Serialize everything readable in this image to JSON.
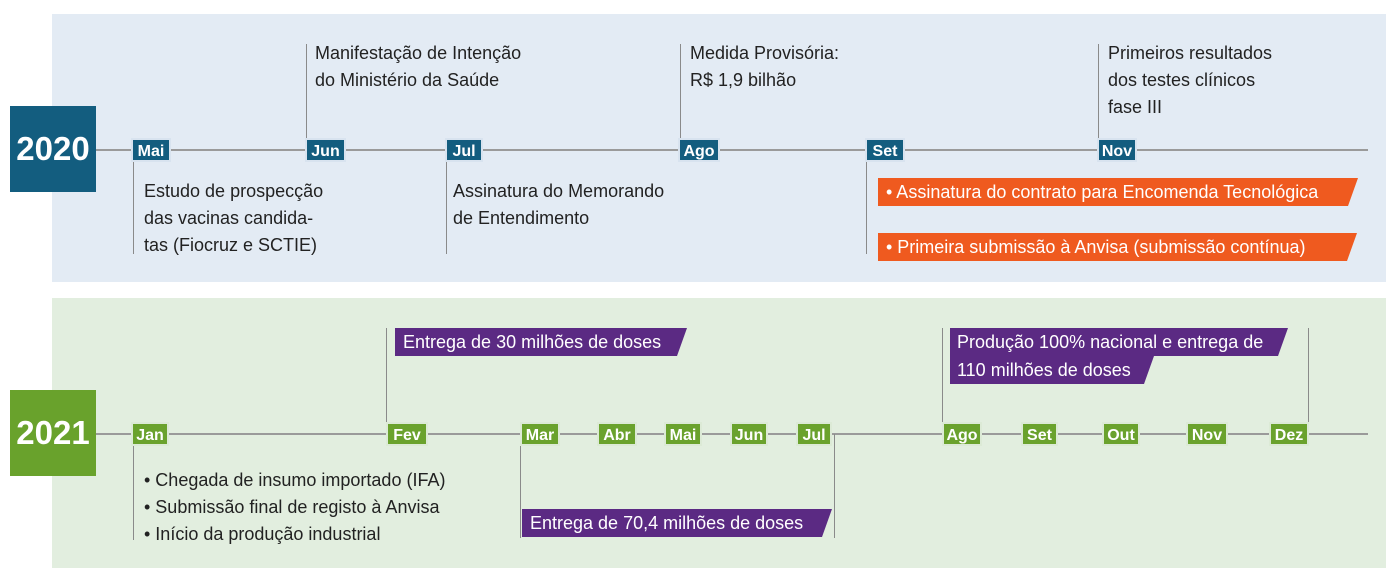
{
  "y2020": {
    "year": "2020",
    "months": [
      "Mai",
      "Jun",
      "Jul",
      "Ago",
      "Set",
      "Nov"
    ],
    "notes": {
      "mai": [
        "Estudo de prospecção",
        "das vacinas candida-",
        "tas (Fiocruz e SCTIE)"
      ],
      "jun": [
        "Manifestação de Intenção",
        "do Ministério da Saúde"
      ],
      "jul": [
        "Assinatura do Memorando",
        "de Entendimento"
      ],
      "ago": [
        "Medida Provisória:",
        "R$ 1,9 bilhão"
      ],
      "nov": [
        "Primeiros resultados",
        "dos testes clínicos",
        "fase III"
      ]
    },
    "set_tags": [
      "• Assinatura do contrato para Encomenda Tecnológica",
      "• Primeira submissão à Anvisa (submissão contínua)"
    ]
  },
  "y2021": {
    "year": "2021",
    "months": [
      "Jan",
      "Fev",
      "Mar",
      "Abr",
      "Mai",
      "Jun",
      "Jul",
      "Ago",
      "Set",
      "Out",
      "Nov",
      "Dez"
    ],
    "jan_notes": [
      "• Chegada de insumo importado (IFA)",
      "• Submissão final de registo à Anvisa",
      "• Início da produção industrial"
    ],
    "fev_tag": "Entrega de 30 milhões de doses",
    "mar_jul_tag": "Entrega de 70,4 milhões de doses",
    "ago_dez_tag": [
      "Produção 100% nacional e entrega de",
      "110 milhões de doses"
    ]
  },
  "colors": {
    "blue": "#135d7f",
    "green": "#69a22c",
    "orange": "#ef5a1f",
    "purple": "#5b2a83"
  }
}
